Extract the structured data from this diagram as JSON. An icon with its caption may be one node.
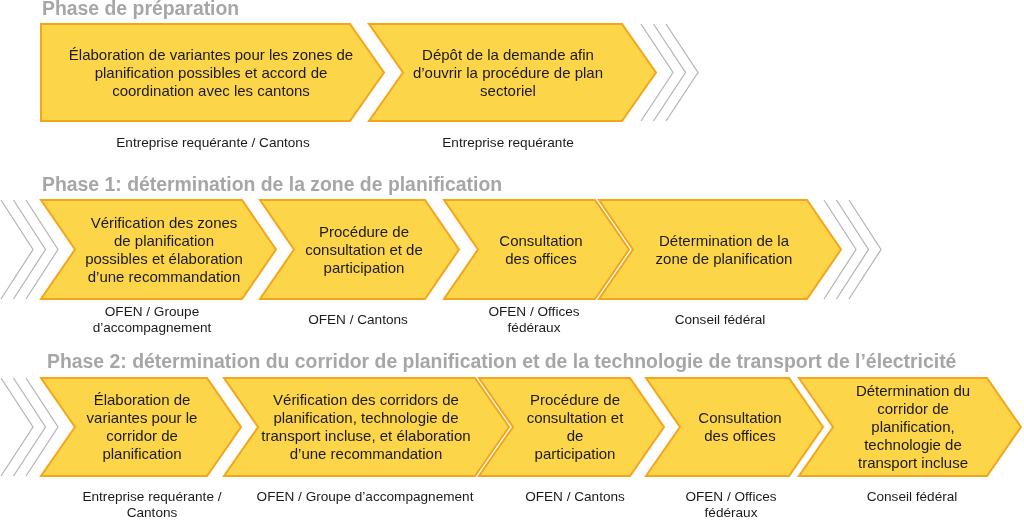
{
  "diagram": {
    "nodes": [
      {
        "text": [
          "Élaboration de variantes pour les zones de planification possibles et accord de coordination avec les cantons"
        ],
        "beside": [
          "Entreprise requérante / Cantons"
        ]
      },
      {
        "text": [
          "Dépôt de la demande afin d’ouvrir la procédure de plan sectoriel"
        ],
        "beside": [
          "Entreprise requérante"
        ]
      },
      {
        "text": [
          "Vérification des zones de planification possibles et élaboration d’une recommandation"
        ],
        "beside": [
          "OFEN / Groupe d’accompagnement"
        ]
      },
      {
        "text": [
          "Procédure de consultation et de participation"
        ],
        "beside": [
          "OFEN / Cantons"
        ]
      },
      {
        "text": [
          "Consultation des offices"
        ],
        "beside": [
          "OFEN / Offices fédéraux"
        ]
      },
      {
        "text": [
          "Détermination de la zone de planification"
        ],
        "beside": [
          "Conseil fédéral"
        ]
      },
      {
        "text": [
          "Élaboration de variantes pour le corridor de planification"
        ],
        "beside": [
          "Entreprise requérante / Cantons"
        ]
      },
      {
        "text": [
          "Vérification des corridors de planification, technologie de transport incluse, et élaboration d’une recommandation"
        ],
        "beside": [
          "OFEN / Groupe d’accompagnement"
        ]
      },
      {
        "text": [
          "Procédure de consultation et de participation"
        ],
        "beside": [
          "OFEN / Cantons"
        ]
      },
      {
        "text": [
          "Consultation des offices"
        ],
        "beside": [
          "OFEN / Offices fédéraux"
        ]
      },
      {
        "text": [
          "Détermination du corridor de planification, technologie de transport incluse"
        ],
        "beside": [
          "Conseil fédéral"
        ]
      }
    ],
    "labels": [
      "Phase de préparation",
      "Phase 1: détermination de la zone de planification",
      "Phase 2: détermination du corridor de planification et de la technologie de transport de l’électricité"
    ]
  }
}
